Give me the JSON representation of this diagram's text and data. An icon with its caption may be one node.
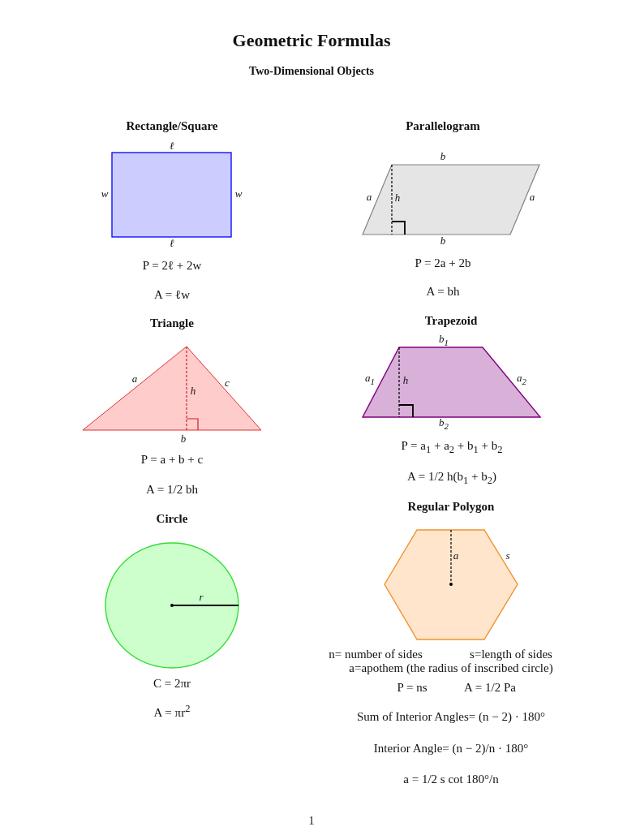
{
  "diagram": {
    "title": "Geometric Formulas",
    "nodes": [
      {
        "text": [
          "Rectangle/Square"
        ]
      },
      {
        "text": [
          "Parallelogram"
        ]
      },
      {
        "text": [
          "Triangle"
        ]
      },
      {
        "text": [
          "Trapezoid"
        ]
      },
      {
        "text": [
          "Circle"
        ]
      },
      {
        "text": [
          "Regular Polygon"
        ]
      }
    ],
    "labels": [
      "Two-Dimensional Objects",
      "ℓ",
      "w",
      "w",
      "ℓ",
      "P = 2ℓ + 2w",
      "A = ℓw",
      "b",
      "a",
      "h",
      "a",
      "b",
      "P = 2a + 2b",
      "A = bh",
      "a",
      "c",
      "h",
      "b",
      "P = a + b + c",
      "A = 1/2 bh",
      "b$_{1}$",
      "a$_{1}$",
      "h",
      "a$_{2}$",
      "b$_{2}$",
      "P = a$_{1}$ + a$_{2}$ + b$_{1}$ + b$_{2}$",
      "A = 1/2 h(b$_{1}$ + b$_{2}$)",
      "r",
      "C = 2πr",
      "A = πr$^{2}$",
      "a",
      "s",
      "n= number of sides",
      "s=length of sides",
      "a=apothem (the radius of inscribed circle)",
      "P = ns",
      "A = 1/2 Pa",
      "Sum of Interior Angles= (n − 2) · 180°",
      "Interior Angle= (n − 2)/n · 180°",
      "a = 1/2 s cot 180°/n",
      "1"
    ]
  }
}
